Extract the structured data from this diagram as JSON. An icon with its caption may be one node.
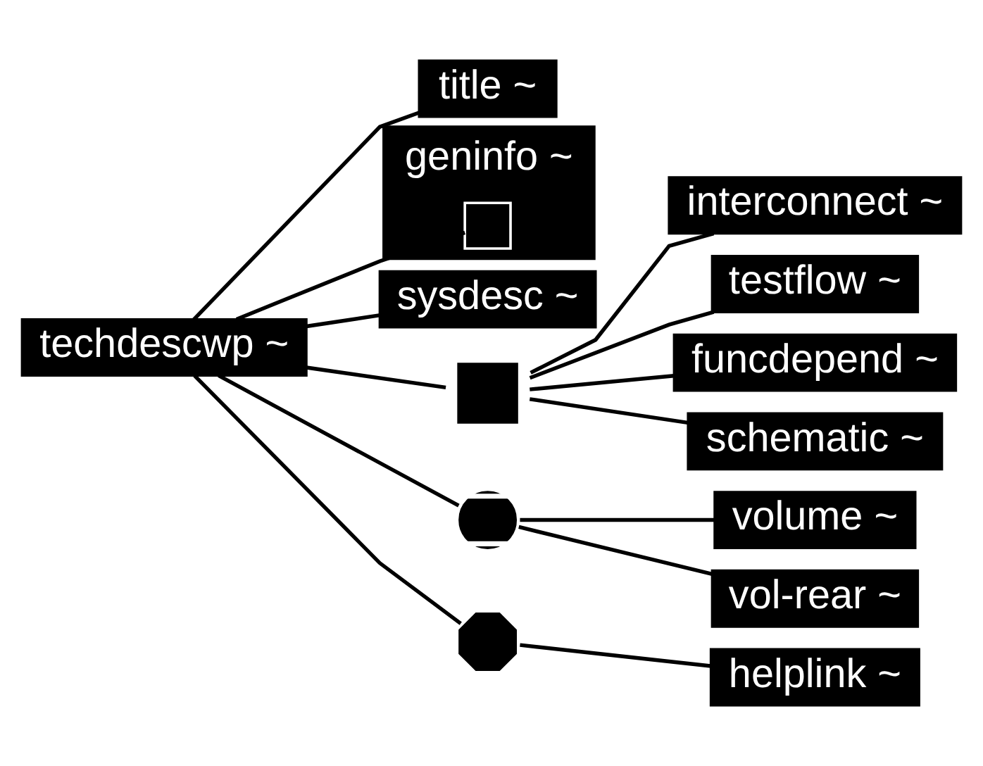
{
  "diagram": {
    "nodes": [
      {
        "text": [
          "techdescwp ~"
        ]
      },
      {
        "text": [
          "title ~"
        ]
      },
      {
        "text": [
          "geninfo ~"
        ]
      },
      {
        "text": [],
        "shape": "box",
        "in": 2
      },
      {
        "text": [
          "sysdesc ~"
        ]
      },
      {
        "text": [],
        "shape": "box"
      },
      {
        "text": [
          "interconnect ~"
        ]
      },
      {
        "text": [
          "testflow ~"
        ]
      },
      {
        "text": [
          "funcdepend ~"
        ]
      },
      {
        "text": [
          "schematic ~"
        ]
      },
      {
        "text": [],
        "shape": "circle"
      },
      {
        "text": [
          "volume ~"
        ]
      },
      {
        "text": [
          "vol-rear ~"
        ]
      },
      {
        "text": [],
        "shape": "octagon"
      },
      {
        "text": [
          "helplink ~"
        ]
      }
    ],
    "edges": [
      {
        "from": 0,
        "to": 1,
        "arrow": "none"
      },
      {
        "from": 0,
        "to": 3,
        "arrow": "none"
      },
      {
        "from": 0,
        "to": 4,
        "arrow": "none"
      },
      {
        "from": 0,
        "to": 5,
        "arrow": "none"
      },
      {
        "from": 5,
        "to": 6,
        "arrow": "none"
      },
      {
        "from": 5,
        "to": 7,
        "arrow": "none"
      },
      {
        "from": 5,
        "to": 8,
        "arrow": "none"
      },
      {
        "from": 5,
        "to": 9,
        "arrow": "none"
      },
      {
        "from": 0,
        "to": 10,
        "arrow": "none"
      },
      {
        "from": 10,
        "to": 11,
        "arrow": "none"
      },
      {
        "from": 10,
        "to": 12,
        "arrow": "none"
      },
      {
        "from": 0,
        "to": 13,
        "arrow": "none"
      },
      {
        "from": 13,
        "to": 14,
        "arrow": "none"
      }
    ]
  }
}
